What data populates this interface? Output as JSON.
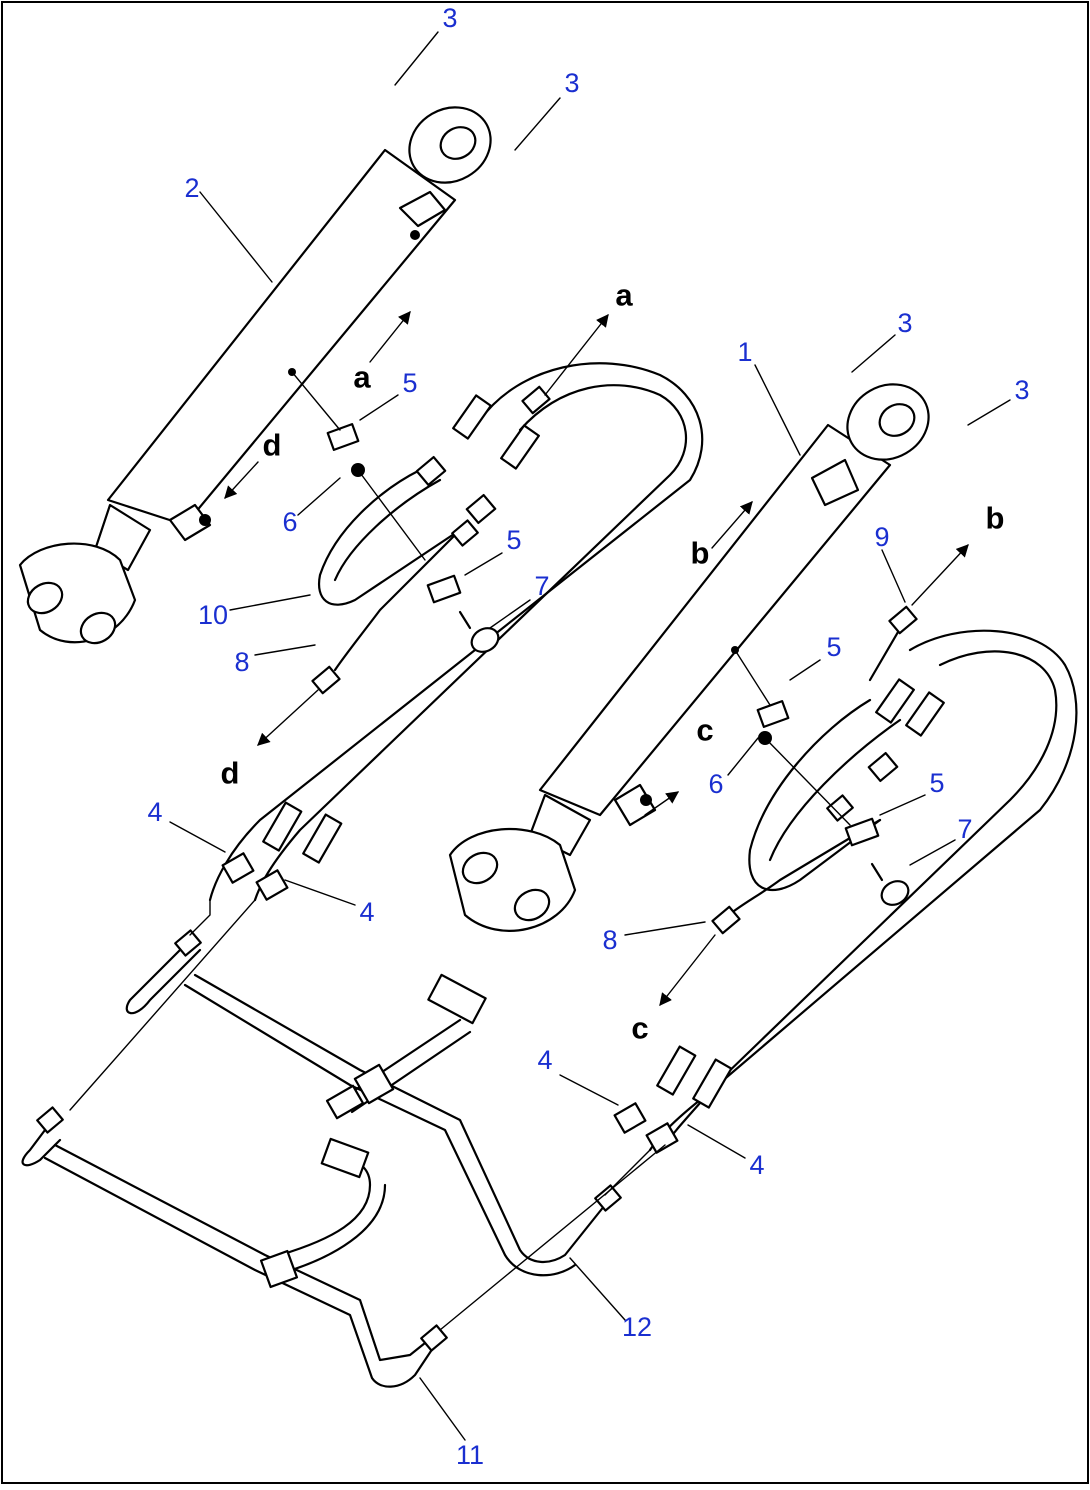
{
  "callouts": [
    {
      "id": "c1",
      "text": "1"
    },
    {
      "id": "c2",
      "text": "2"
    },
    {
      "id": "c3a",
      "text": "3"
    },
    {
      "id": "c3b",
      "text": "3"
    },
    {
      "id": "c3c",
      "text": "3"
    },
    {
      "id": "c3d",
      "text": "3"
    },
    {
      "id": "c4a",
      "text": "4"
    },
    {
      "id": "c4b",
      "text": "4"
    },
    {
      "id": "c4c",
      "text": "4"
    },
    {
      "id": "c4d",
      "text": "4"
    },
    {
      "id": "c5a",
      "text": "5"
    },
    {
      "id": "c5b",
      "text": "5"
    },
    {
      "id": "c5c",
      "text": "5"
    },
    {
      "id": "c5d",
      "text": "5"
    },
    {
      "id": "c6a",
      "text": "6"
    },
    {
      "id": "c6b",
      "text": "6"
    },
    {
      "id": "c7a",
      "text": "7"
    },
    {
      "id": "c7b",
      "text": "7"
    },
    {
      "id": "c8a",
      "text": "8"
    },
    {
      "id": "c8b",
      "text": "8"
    },
    {
      "id": "c9",
      "text": "9"
    },
    {
      "id": "c10",
      "text": "10"
    },
    {
      "id": "c11",
      "text": "11"
    },
    {
      "id": "c12",
      "text": "12"
    }
  ],
  "connections": [
    {
      "id": "a1",
      "text": "a"
    },
    {
      "id": "a2",
      "text": "a"
    },
    {
      "id": "b1",
      "text": "b"
    },
    {
      "id": "b2",
      "text": "b"
    },
    {
      "id": "cc1",
      "text": "c"
    },
    {
      "id": "cc2",
      "text": "c"
    },
    {
      "id": "d1",
      "text": "d"
    },
    {
      "id": "d2",
      "text": "d"
    }
  ],
  "colors": {
    "callout": "#1a2fd0",
    "line": "#000000",
    "background": "#ffffff"
  }
}
